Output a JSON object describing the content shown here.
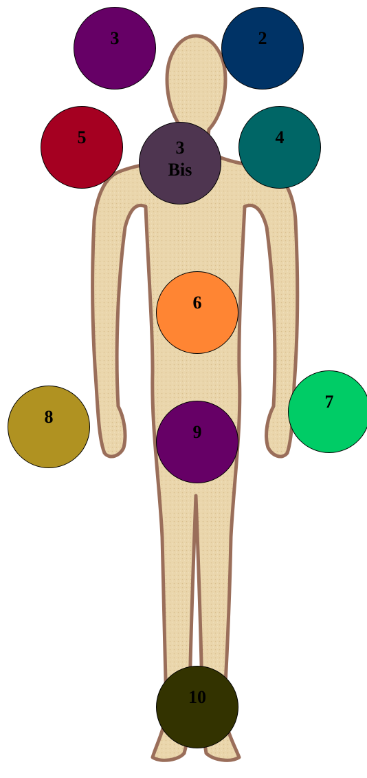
{
  "markers": [
    {
      "id": "m3-head",
      "label": "3",
      "sub": "",
      "color": "#660066"
    },
    {
      "id": "m2",
      "label": "2",
      "sub": "",
      "color": "#003366"
    },
    {
      "id": "m5",
      "label": "5",
      "sub": "",
      "color": "#A50021"
    },
    {
      "id": "m3-bis",
      "label": "3",
      "sub": "Bis",
      "color": "#4E3550"
    },
    {
      "id": "m4",
      "label": "4",
      "sub": "",
      "color": "#006666"
    },
    {
      "id": "m6",
      "label": "6",
      "sub": "",
      "color": "#FF8533"
    },
    {
      "id": "m8",
      "label": "8",
      "sub": "",
      "color": "#B09221"
    },
    {
      "id": "m9",
      "label": "9",
      "sub": "",
      "color": "#660066"
    },
    {
      "id": "m7",
      "label": "7",
      "sub": "",
      "color": "#00CC66"
    },
    {
      "id": "m10",
      "label": "10",
      "sub": "",
      "color": "#333300"
    }
  ],
  "figure": {
    "skin": "#E9D4A8",
    "outline": "#9A6E5A"
  }
}
